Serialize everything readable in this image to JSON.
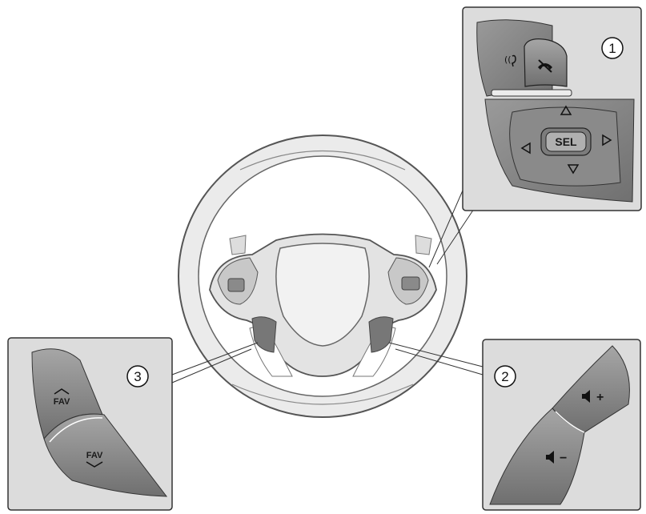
{
  "callouts": {
    "one": "1",
    "two": "2",
    "three": "3"
  },
  "buttons": {
    "select": "SEL",
    "fav_up": "FAV",
    "fav_down": "FAV",
    "volume_up_sign": "+",
    "volume_down_sign": "−"
  },
  "icons": {
    "push_to_talk": "push-to-talk-icon",
    "end_call": "end-call-icon",
    "arrow_up": "triangle-up-icon",
    "arrow_down": "triangle-down-icon",
    "arrow_left": "triangle-left-icon",
    "arrow_right": "triangle-right-icon",
    "speaker": "speaker-icon"
  },
  "colors": {
    "panel_bg": "#d9d9d9",
    "button_fill": "#8e8e8e",
    "wheel_fill": "#e6e6e6",
    "outline": "#333333"
  }
}
